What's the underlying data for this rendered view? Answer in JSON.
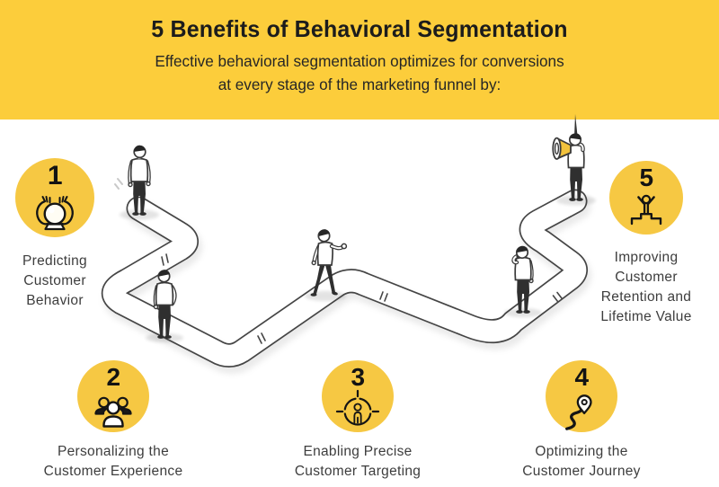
{
  "header": {
    "title": "5 Benefits of Behavioral Segmentation",
    "subtitle": "Effective behavioral segmentation optimizes for conversions\nat every stage of the marketing funnel by:"
  },
  "benefits": [
    {
      "number": "1",
      "label": "Predicting\nCustomer\nBehavior",
      "icon": "crystal-ball-hands-icon"
    },
    {
      "number": "2",
      "label": "Personalizing the\nCustomer Experience",
      "icon": "customer-group-icon"
    },
    {
      "number": "3",
      "label": "Enabling Precise\nCustomer Targeting",
      "icon": "target-person-icon"
    },
    {
      "number": "4",
      "label": "Optimizing the\nCustomer Journey",
      "icon": "route-pin-icon"
    },
    {
      "number": "5",
      "label": "Improving\nCustomer\nRetention and\nLifetime Value",
      "icon": "winner-podium-icon"
    }
  ],
  "illustration": {
    "type": "winding-road-journey",
    "figures": [
      "standing-man-at-start",
      "man-hand-in-pocket",
      "walking-man-waving",
      "man-on-phone",
      "man-with-megaphone-at-finish"
    ]
  },
  "colors": {
    "banner_yellow": "#FCCD3B",
    "badge_yellow": "#F6C843",
    "megaphone_yellow": "#F2C23C",
    "heading_text": "#1C1C1C",
    "label_text": "#3D3D3D",
    "line_dark": "#454545"
  }
}
